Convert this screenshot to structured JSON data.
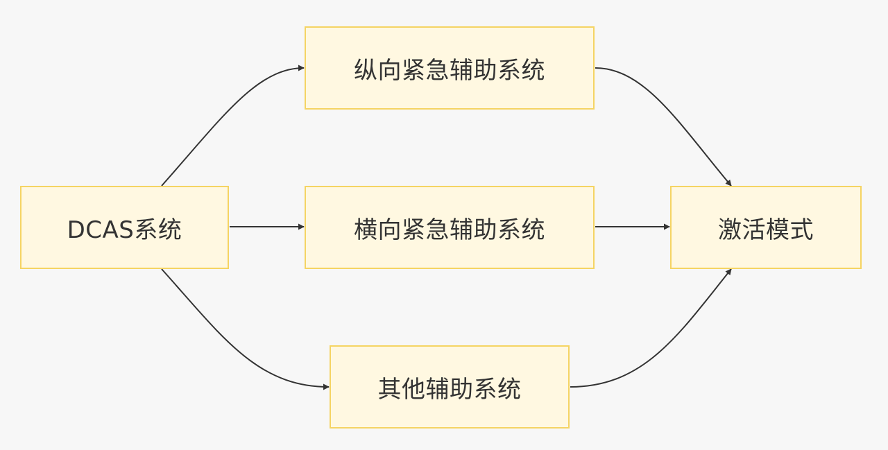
{
  "diagram": {
    "nodes": {
      "dcas": "DCAS系统",
      "longitudinal": "纵向紧急辅助系统",
      "lateral": "横向紧急辅助系统",
      "other": "其他辅助系统",
      "activation": "激活模式"
    },
    "edges": [
      {
        "from": "dcas",
        "to": "longitudinal"
      },
      {
        "from": "dcas",
        "to": "lateral"
      },
      {
        "from": "dcas",
        "to": "other"
      },
      {
        "from": "longitudinal",
        "to": "activation"
      },
      {
        "from": "lateral",
        "to": "activation"
      },
      {
        "from": "other",
        "to": "activation"
      }
    ],
    "colors": {
      "node_fill": "#fff8e1",
      "node_border": "#f5d463",
      "edge": "#333333",
      "text": "#333333",
      "background": "#f7f7f7"
    }
  }
}
